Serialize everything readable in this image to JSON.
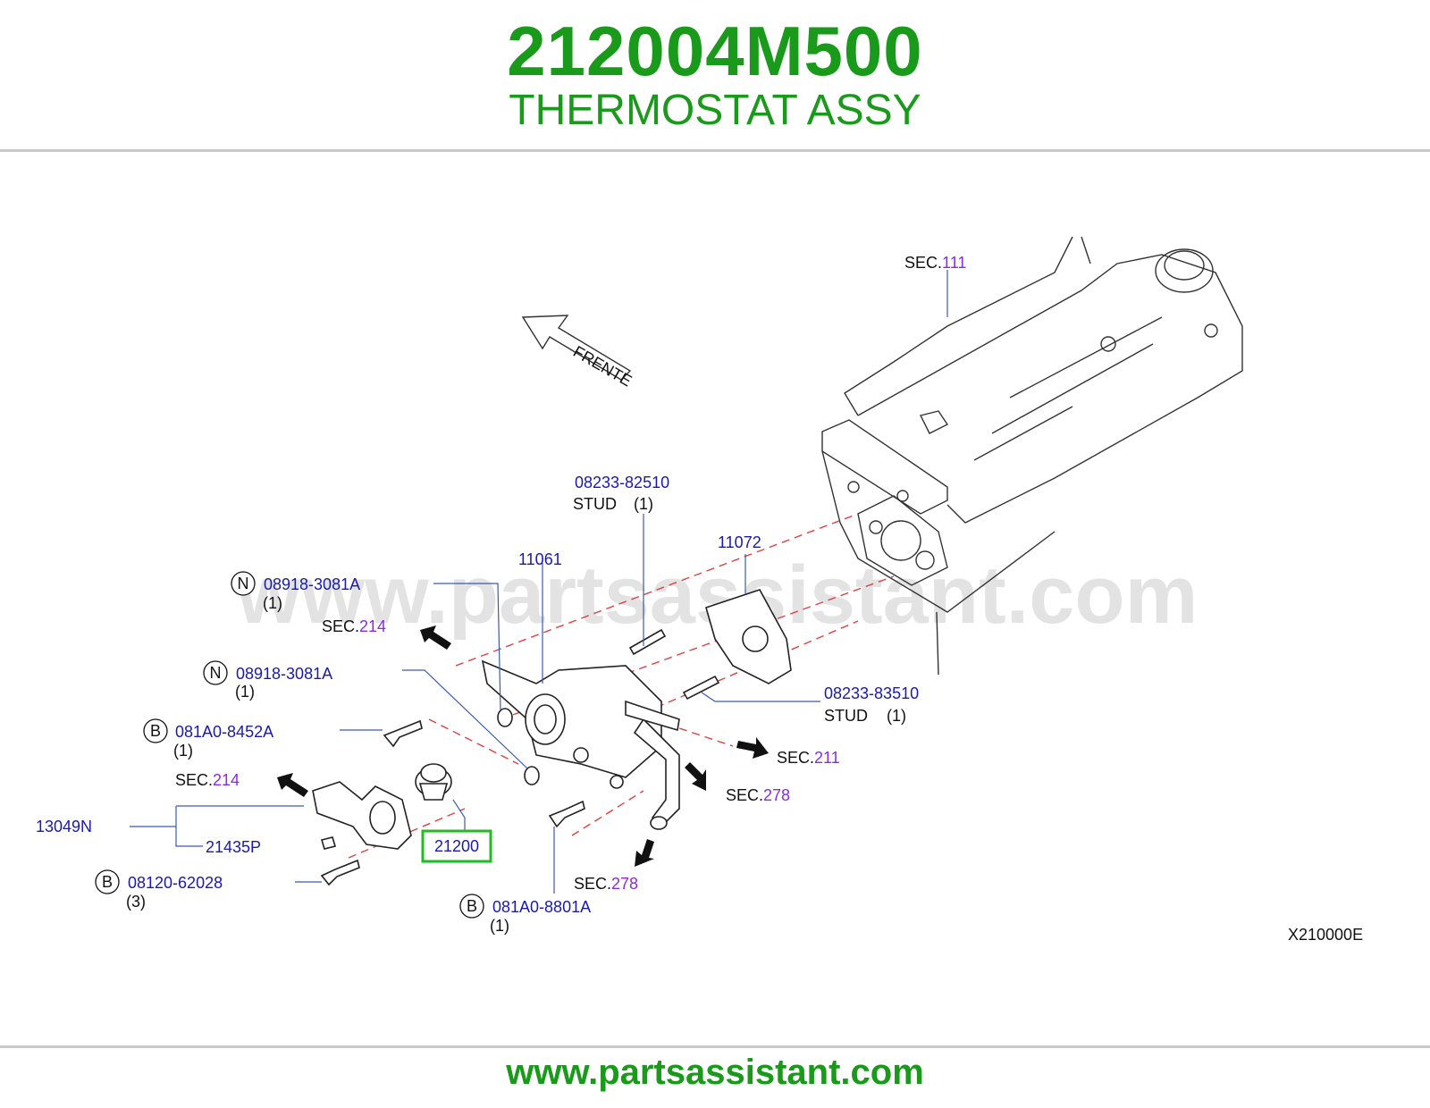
{
  "header": {
    "part_number": "212004M500",
    "part_name": "THERMOSTAT ASSY"
  },
  "footer": {
    "url": "www.partsassistant.com"
  },
  "watermark": "www.partsassistant.com",
  "diagram": {
    "code": "X210000E",
    "front_label": "FRENTE",
    "highlight_color": "#22bb22",
    "callouts": {
      "sec111_prefix": "SEC.",
      "sec111_num": "111",
      "stud1_pn": "08233-82510",
      "stud1_name": "STUD",
      "stud1_qty": "(1)",
      "p11061": "11061",
      "p11072": "11072",
      "n1_letter": "N",
      "n1_pn": "08918-3081A",
      "n1_qty": "(1)",
      "sec214a_prefix": "SEC.",
      "sec214a_num": "214",
      "n2_letter": "N",
      "n2_pn": "08918-3081A",
      "n2_qty": "(1)",
      "stud2_pn": "08233-83510",
      "stud2_name": "STUD",
      "stud2_qty": "(1)",
      "b1_letter": "B",
      "b1_pn": "081A0-8452A",
      "b1_qty": "(1)",
      "sec211_prefix": "SEC.",
      "sec211_num": "211",
      "sec214b_prefix": "SEC.",
      "sec214b_num": "214",
      "sec278a_prefix": "SEC.",
      "sec278a_num": "278",
      "p13049": "13049N",
      "p21435": "21435P",
      "p21200": "21200",
      "b2_letter": "B",
      "b2_pn": "08120-62028",
      "b2_qty": "(3)",
      "sec278b_prefix": "SEC.",
      "sec278b_num": "278",
      "b3_letter": "B",
      "b3_pn": "081A0-8801A",
      "b3_qty": "(1)"
    }
  }
}
